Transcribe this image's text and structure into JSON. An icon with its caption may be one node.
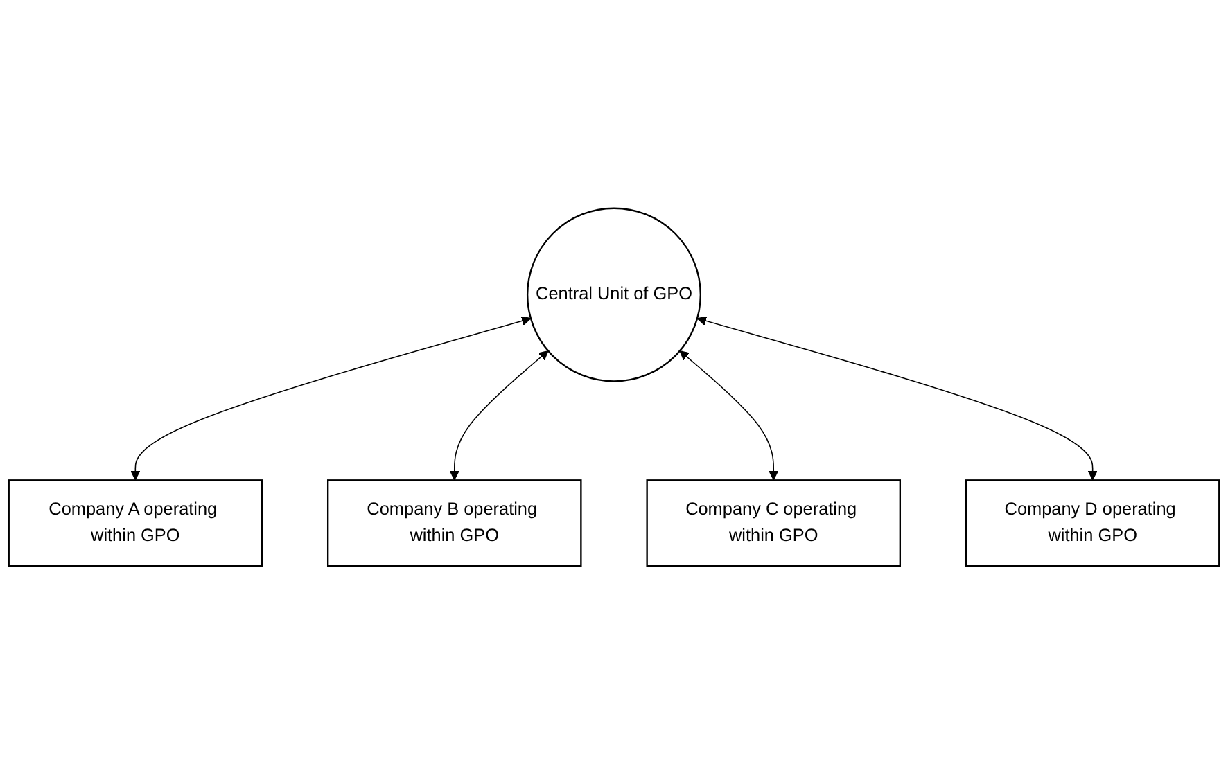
{
  "diagram": {
    "nodes": [
      {
        "text": [
          "Central Unit of GPO"
        ]
      },
      {
        "text": [
          "Company A operating within GPO"
        ]
      },
      {
        "text": [
          "Company B operating within GPO"
        ]
      },
      {
        "text": [
          "Company C operating within GPO"
        ]
      },
      {
        "text": [
          "Company D operating within GPO"
        ]
      }
    ],
    "edges": [
      {
        "from": 1,
        "to": 0,
        "arrow": "both"
      },
      {
        "from": 2,
        "to": 0,
        "arrow": "both"
      },
      {
        "from": 3,
        "to": 0,
        "arrow": "both"
      },
      {
        "from": 4,
        "to": 0,
        "arrow": "both"
      }
    ]
  }
}
